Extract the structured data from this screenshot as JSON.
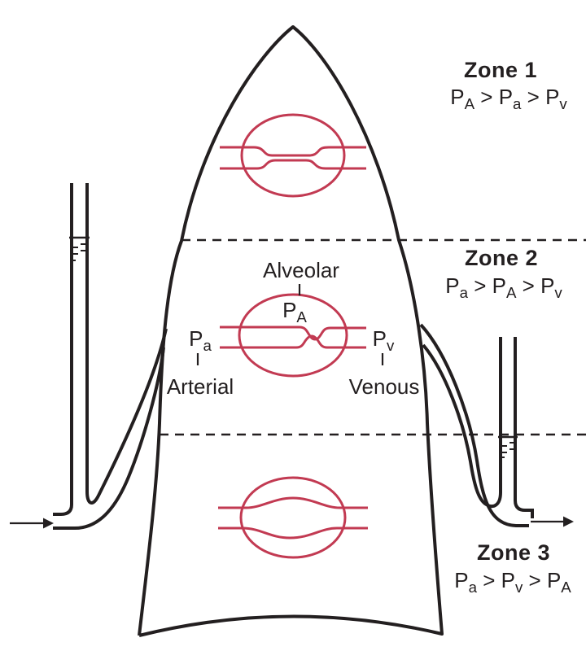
{
  "figure": {
    "title_semantic": "West zones of pulmonary blood flow",
    "colors": {
      "line": "#231f20",
      "vessel": "#c23a52"
    },
    "zones": [
      {
        "title": "Zone 1",
        "formula": [
          [
            "P",
            "A"
          ],
          [
            " > ",
            null
          ],
          [
            "P",
            "a"
          ],
          [
            " > ",
            null
          ],
          [
            "P",
            "v"
          ]
        ]
      },
      {
        "title": "Zone 2",
        "formula": [
          [
            "P",
            "a"
          ],
          [
            " > ",
            null
          ],
          [
            "P",
            "A"
          ],
          [
            " > ",
            null
          ],
          [
            "P",
            "v"
          ]
        ]
      },
      {
        "title": "Zone 3",
        "formula": [
          [
            "P",
            "a"
          ],
          [
            " > ",
            null
          ],
          [
            "P",
            "v"
          ],
          [
            " > ",
            null
          ],
          [
            "P",
            "A"
          ]
        ]
      }
    ],
    "labels": {
      "alveolar": "Alveolar",
      "alveolar_pressure": [
        [
          "P",
          "A"
        ]
      ],
      "arterial": "Arterial",
      "arterial_pressure": [
        [
          "P",
          "a"
        ]
      ],
      "venous": "Venous",
      "venous_pressure": [
        [
          "P",
          "v"
        ]
      ]
    }
  }
}
